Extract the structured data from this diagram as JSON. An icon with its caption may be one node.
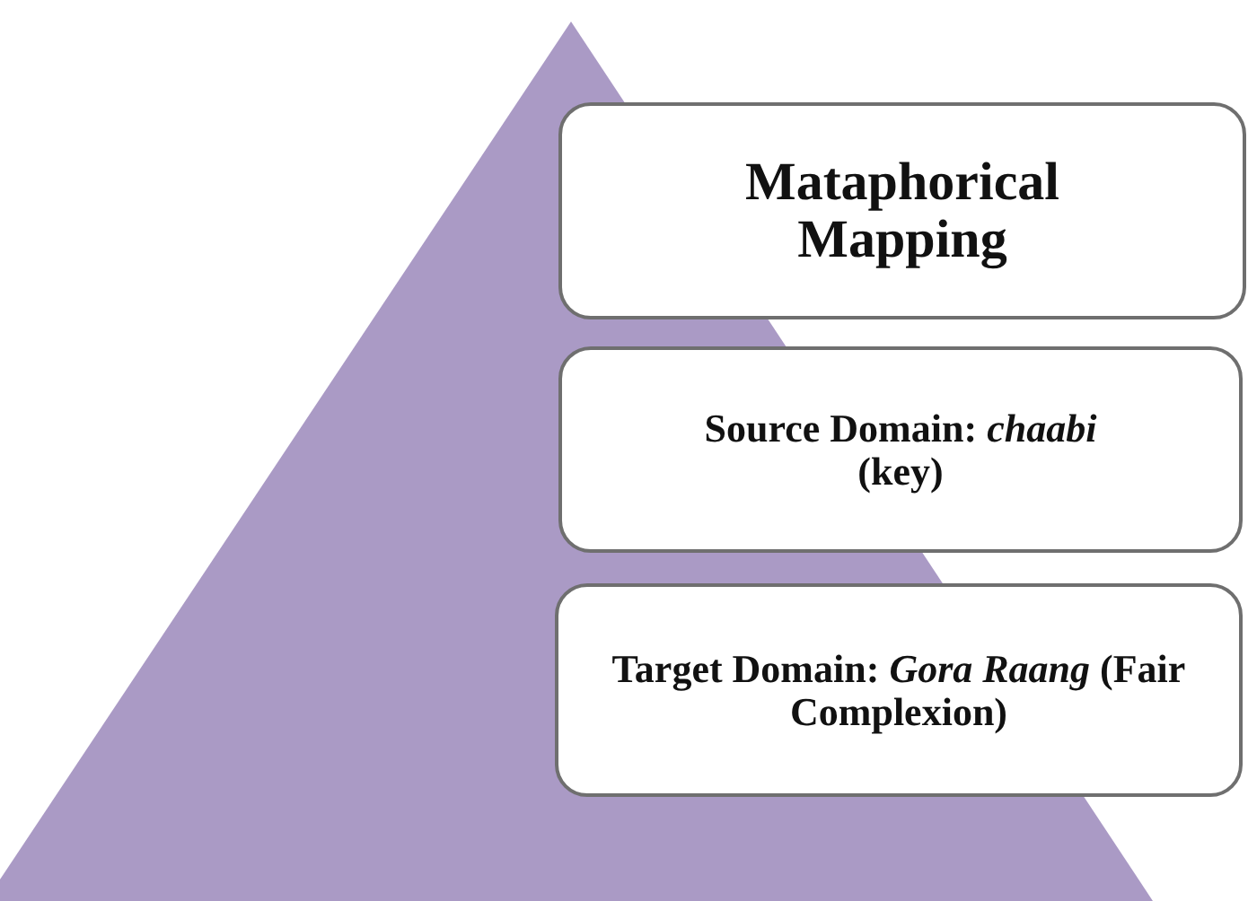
{
  "diagram": {
    "nodes": [
      {
        "text": [
          "Mataphorical Mapping"
        ]
      },
      {
        "text": [
          "Source Domain: *chaabi* (key)"
        ]
      },
      {
        "text": [
          "Target Domain: *Gora Raang* (Fair Complexion)"
        ]
      }
    ]
  }
}
